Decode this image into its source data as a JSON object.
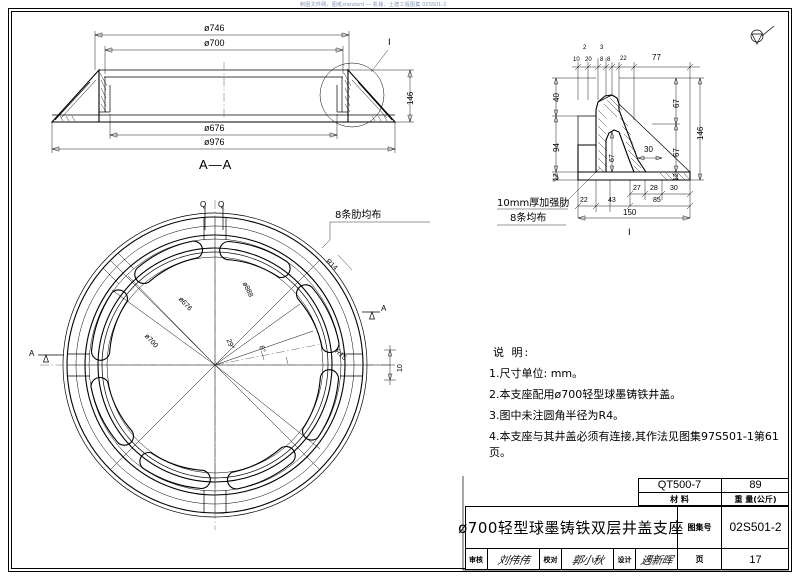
{
  "sheet": {
    "watermark": "制图文件网，图纸standard — 机械、土建工程图集  02S501-2",
    "surface_symbol": "∇"
  },
  "section_aa": {
    "view_label": "A—A",
    "detail_marker": "Ⅰ",
    "dims": {
      "top_outer": "ø746",
      "top_inner": "ø700",
      "bottom_inner": "ø676",
      "bottom_outer": "ø976",
      "height": "146"
    }
  },
  "detail_i": {
    "view_label": "Ⅰ",
    "note_line1": "10mm厚加强肋",
    "note_line2": "8条均布",
    "top_chain": [
      "10",
      "20",
      "8",
      "8",
      "22",
      "77"
    ],
    "top_small": [
      "2",
      "3"
    ],
    "left_chain": [
      "40",
      "94",
      "12"
    ],
    "right_chain": [
      "67",
      "67",
      "12",
      "146"
    ],
    "inner_height": "67",
    "inner_width": "30",
    "bottom_chain_upper": [
      "27",
      "28",
      "30"
    ],
    "bottom_chain_mid": [
      "22",
      "43",
      "85"
    ],
    "bottom_total": "150"
  },
  "plan": {
    "section_marks": {
      "q_left": "Q",
      "q_right": "Q",
      "a_left": "A",
      "a_right": "A"
    },
    "note_ribs": "8条肋均布",
    "dims": {
      "d676": "ø676",
      "d700": "ø700",
      "d888": "ø888",
      "r14": "R14",
      "r15": "R15",
      "angle_29": "29°",
      "angle_8": "8°",
      "edge_10": "10"
    }
  },
  "notes": {
    "title": "说 明:",
    "items": [
      "1.尺寸单位: mm。",
      "2.本支座配用ø700轻型球墨铸铁井盖。",
      "3.图中未注圆角半径为R4。",
      "4.本支座与其井盖必须有连接,其作法见图集97S501-1第61页。"
    ]
  },
  "title_block": {
    "material_value": "QT500-7",
    "material_label": "材            料",
    "weight_value": "89",
    "weight_label": "重    量(公斤)",
    "drawing_title": "ø700轻型球墨铸铁双层井盖支座",
    "atlas_label": "图集号",
    "atlas_value": "02S501-2",
    "review_label": "审核",
    "review_sig": "刘伟伟",
    "check_label": "校对",
    "check_sig": "郭小秋",
    "design_label": "设计",
    "design_sig": "遇新晖",
    "page_label": "页",
    "page_value": "17"
  }
}
